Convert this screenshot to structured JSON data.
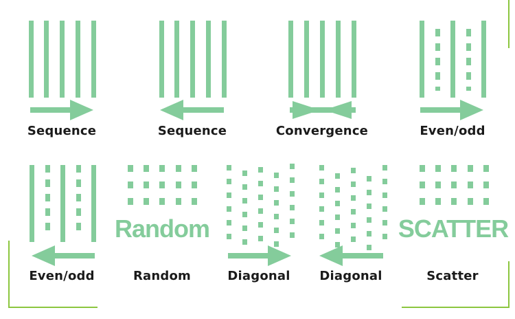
{
  "colors": {
    "pattern": "#84cc9b",
    "frame": "#8cc63f",
    "text": "#1a1a1a"
  },
  "row1": {
    "labels": [
      "Sequence",
      "Sequence",
      "Convergence",
      "Even/odd"
    ]
  },
  "row2": {
    "labels": [
      "Even/odd",
      "Random",
      "Diagonal",
      "Diagonal",
      "Scatter"
    ],
    "random_word": "Random",
    "scatter_word": "SCATTER"
  }
}
